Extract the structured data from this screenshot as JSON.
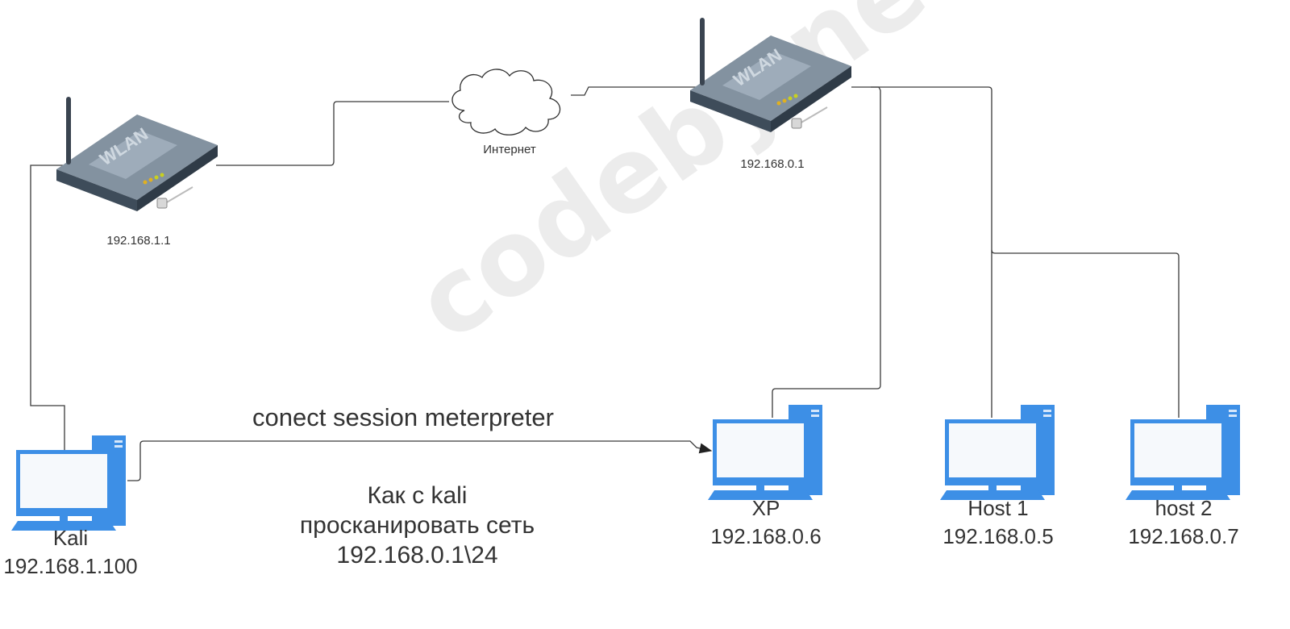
{
  "watermark": "codeby.net",
  "labels": {
    "router_left": "192.168.1.1",
    "router_right": "192.168.0.1",
    "cloud": "Интернет",
    "session": "conect session meterpreter"
  },
  "note": [
    "Как с kali",
    "просканировать сеть",
    "192.168.0.1\\24"
  ],
  "computers": [
    {
      "name": "Kali",
      "ip": "192.168.1.100"
    },
    {
      "name": "XP",
      "ip": "192.168.0.6"
    },
    {
      "name": "Host 1",
      "ip": "192.168.0.5"
    },
    {
      "name": "host 2",
      "ip": "192.168.0.7"
    }
  ],
  "icons": [
    "router-icon",
    "cloud-icon",
    "computer-icon",
    "rj45-plug-icon"
  ],
  "colors": {
    "line": "#3a3a3a",
    "computer": "#3d8fe6",
    "router_body": "#4a5a6a"
  }
}
